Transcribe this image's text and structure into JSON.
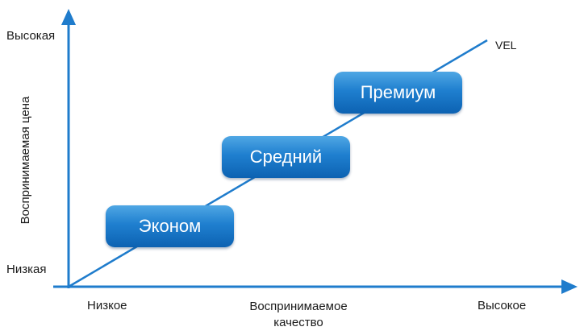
{
  "axes": {
    "y_high": "Высокая",
    "y_low": "Низкая",
    "y_title": "Воспринимаемая цена",
    "x_low": "Низкое",
    "x_title": "Воспринимаемое качество",
    "x_high": "Высокое"
  },
  "line_label": "VEL",
  "boxes": {
    "econom": "Эконом",
    "middle": "Средний",
    "premium": "Премиум"
  },
  "colors": {
    "axis": "#1f7ccc",
    "line": "#1f7ccc",
    "box_top": "#4fa7e4",
    "box_bottom": "#0c62b2"
  }
}
